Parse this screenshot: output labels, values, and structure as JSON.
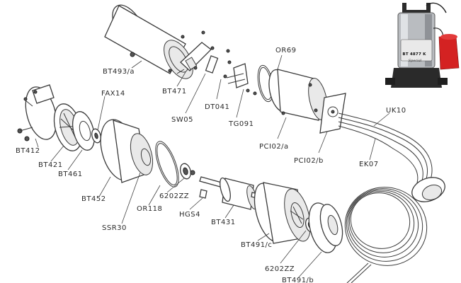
{
  "product_photo": {
    "model_text": "BT 4877 K",
    "sub_text": "Special"
  },
  "labels": [
    {
      "id": "BT493a",
      "text": "BT493/a"
    },
    {
      "id": "OR69",
      "text": "OR69"
    },
    {
      "id": "BT471",
      "text": "BT471"
    },
    {
      "id": "DT041",
      "text": "DT041"
    },
    {
      "id": "SW05",
      "text": "SW05"
    },
    {
      "id": "TG091",
      "text": "TG091"
    },
    {
      "id": "PCI02a",
      "text": "PCI02/a"
    },
    {
      "id": "PCI02b",
      "text": "PCI02/b"
    },
    {
      "id": "UK10",
      "text": "UK10"
    },
    {
      "id": "EK07",
      "text": "EK07"
    },
    {
      "id": "FAX14",
      "text": "FAX14"
    },
    {
      "id": "BT412",
      "text": "BT412"
    },
    {
      "id": "BT421",
      "text": "BT421"
    },
    {
      "id": "BT461",
      "text": "BT461"
    },
    {
      "id": "BT452",
      "text": "BT452"
    },
    {
      "id": "OR118",
      "text": "OR118"
    },
    {
      "id": "6202ZZa",
      "text": "6202ZZ"
    },
    {
      "id": "SSR30",
      "text": "SSR30"
    },
    {
      "id": "HGS4",
      "text": "HGS4"
    },
    {
      "id": "BT431",
      "text": "BT431"
    },
    {
      "id": "BT491c",
      "text": "BT491/c"
    },
    {
      "id": "6202ZZb",
      "text": "6202ZZ"
    },
    {
      "id": "BT491b",
      "text": "BT491/b"
    }
  ]
}
